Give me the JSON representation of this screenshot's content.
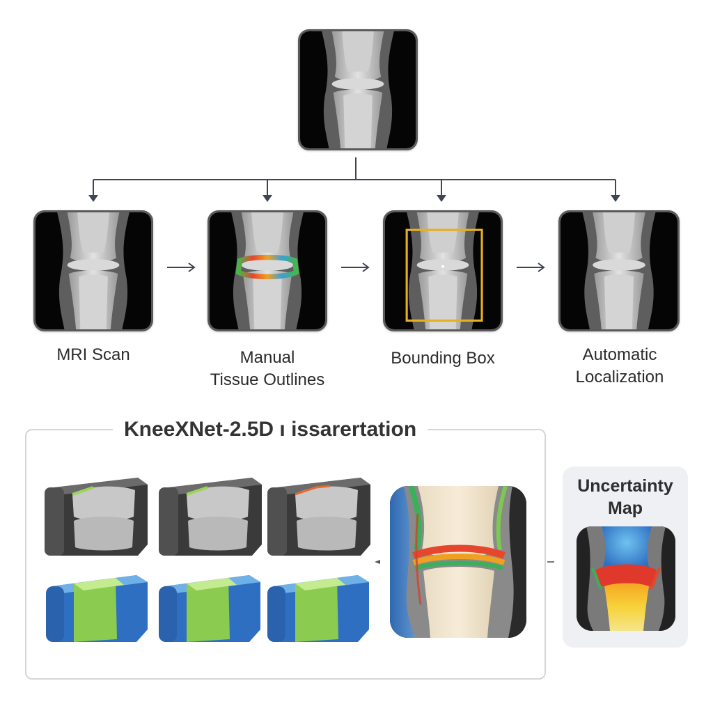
{
  "stages": [
    {
      "id": "mri",
      "caption_lines": [
        "MRI Scan"
      ]
    },
    {
      "id": "manual",
      "caption_lines": [
        "Manual",
        "Tissue Outlines"
      ]
    },
    {
      "id": "bbox",
      "caption_lines": [
        "Bounding Box"
      ]
    },
    {
      "id": "auto",
      "caption_lines": [
        "Automatic",
        "Localization"
      ]
    }
  ],
  "panel": {
    "title": "KneeXNet-2.5D ı issarertation"
  },
  "uncertainty": {
    "title_lines": [
      "Uncertainty",
      "Map"
    ]
  },
  "colors": {
    "outline": "#5a5a5a",
    "arrow": "#3f4552",
    "bbox": "#e6b020",
    "panel_border": "#d6d6d6",
    "uncertainty_bg": "#eef0f4",
    "block_blue": "#2f6fc2",
    "block_green": "#8fd04a"
  }
}
